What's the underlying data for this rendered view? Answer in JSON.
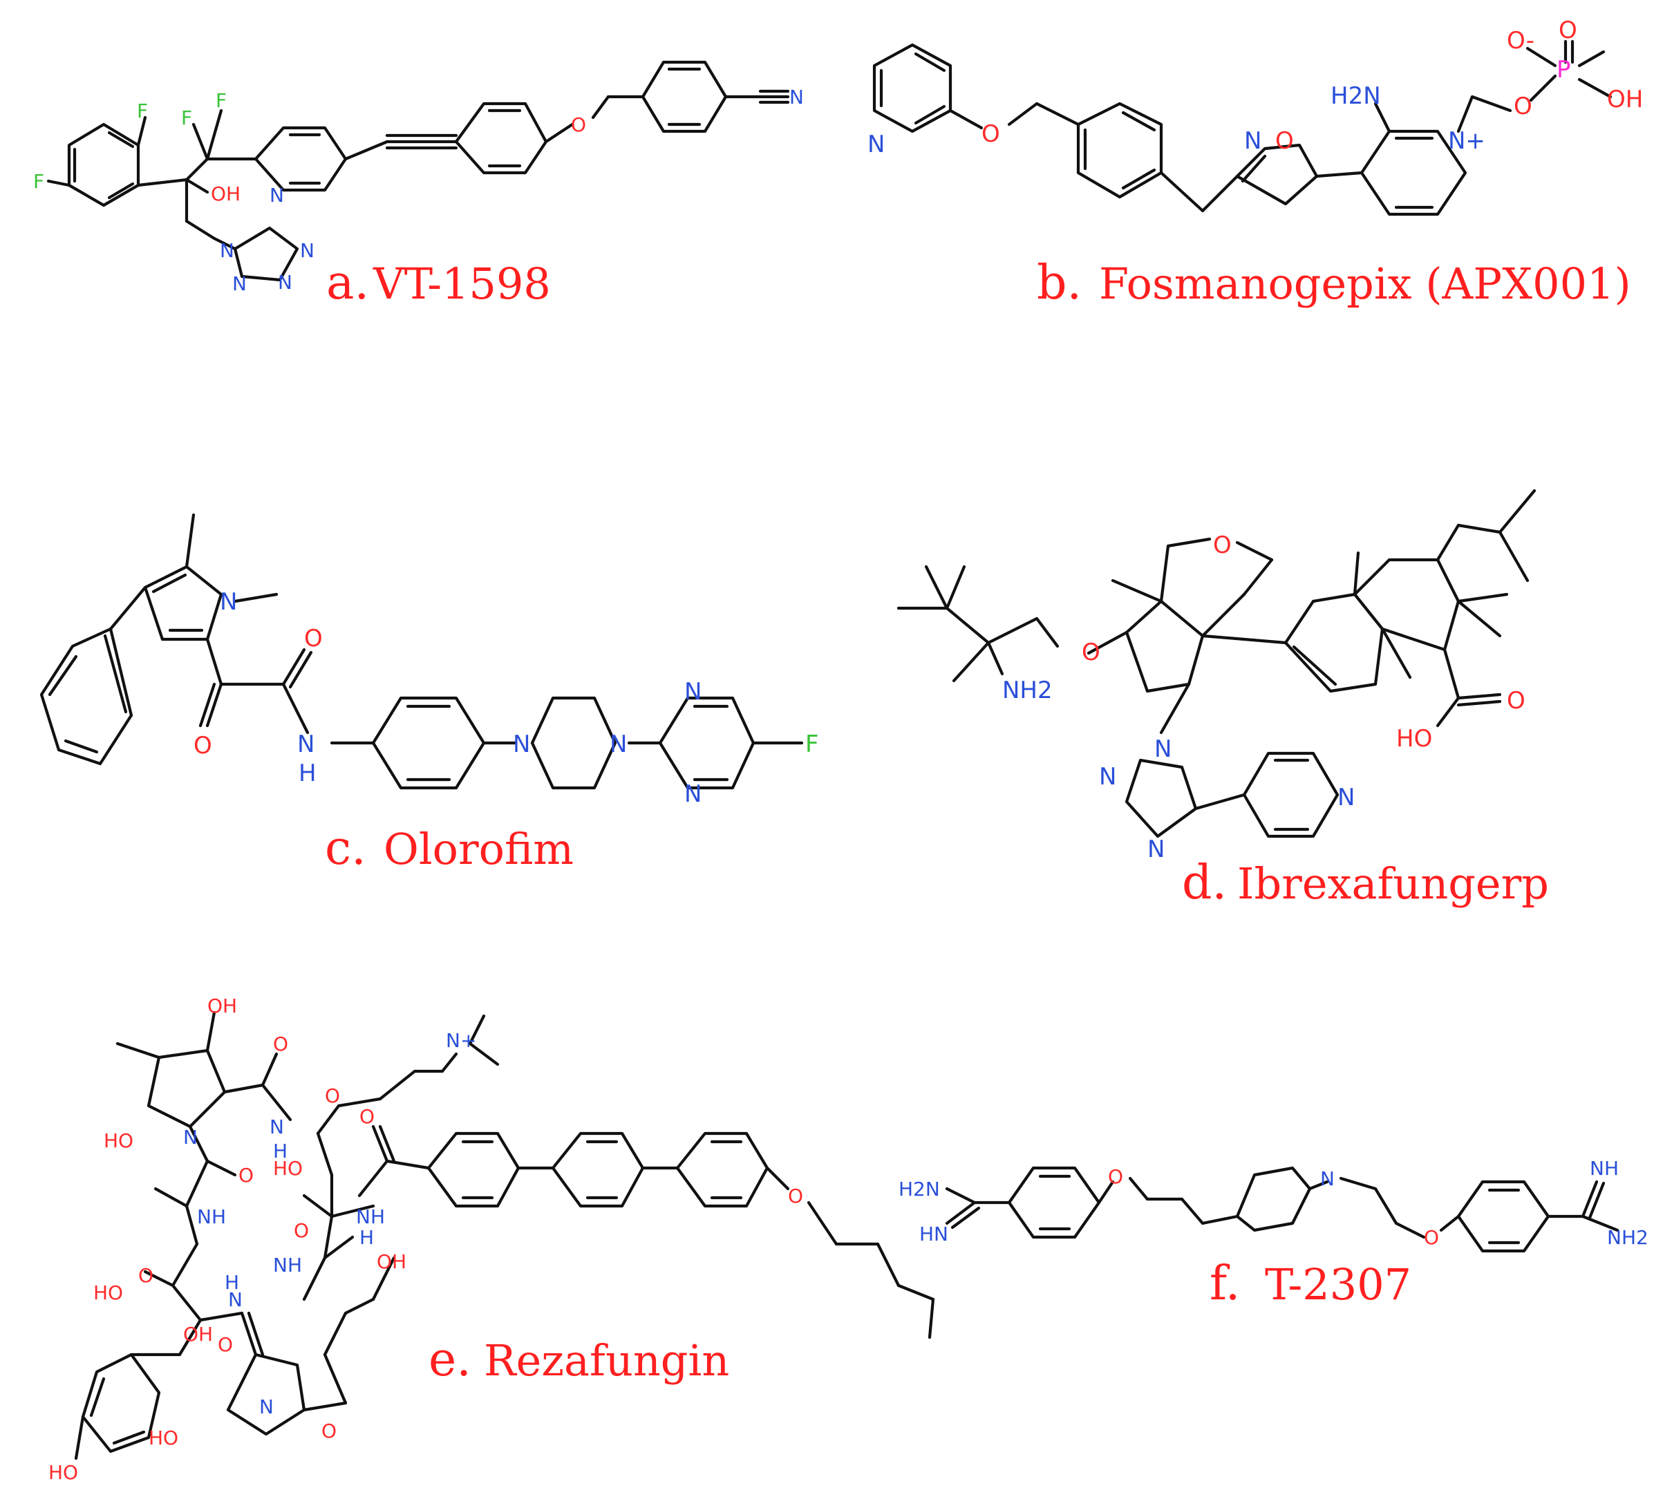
{
  "colors": {
    "caption": "#ff1f1f",
    "bond": "#111111",
    "nitrogen": "#2a4fd8",
    "oxygen": "#ff2a2a",
    "fluorine": "#39c339",
    "phosphorus": "#ff2ad4"
  },
  "panels": [
    {
      "letter": "a.",
      "name": "VT-1598"
    },
    {
      "letter": "b.",
      "name": "Fosmanogepix (APX001)"
    },
    {
      "letter": "c.",
      "name": "Olorofim"
    },
    {
      "letter": "d.",
      "name": "Ibrexafungerp"
    },
    {
      "letter": "e.",
      "name": "Rezafungin"
    },
    {
      "letter": "f.",
      "name": "T-2307"
    }
  ],
  "atoms": {
    "F": "F",
    "OH": "OH",
    "HO": "HO",
    "N": "N",
    "O": "O",
    "P": "P",
    "H": "H",
    "NH": "NH",
    "NH2": "NH2",
    "H2N": "H2N",
    "HN": "HN",
    "N_plus": "N+",
    "O_minus": "O-"
  }
}
